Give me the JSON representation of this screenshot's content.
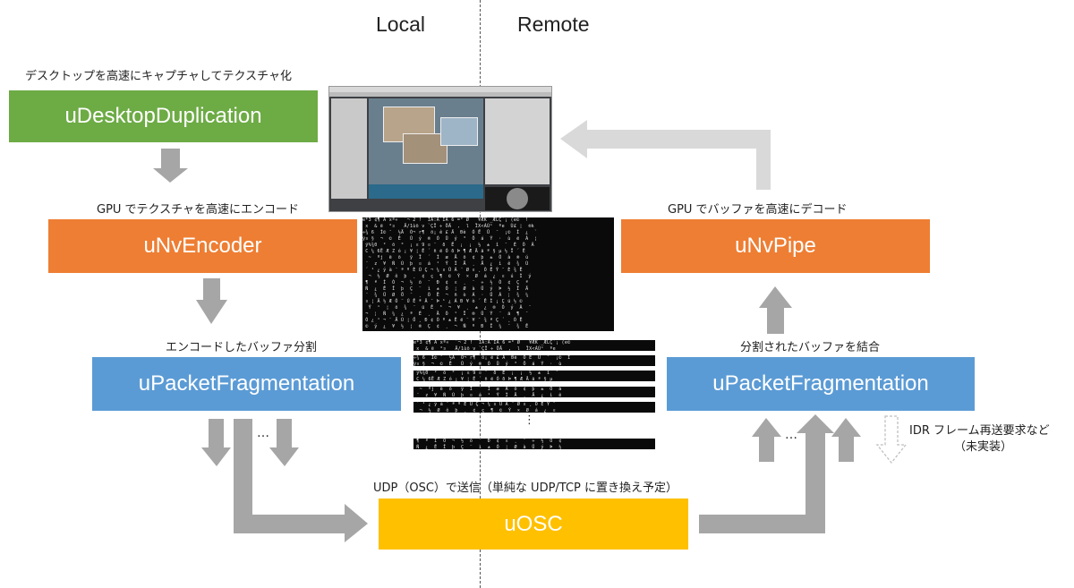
{
  "headings": {
    "local": "Local",
    "remote": "Remote"
  },
  "local": {
    "capture_caption": "デスクトップを高速にキャプチャしてテクスチャ化",
    "capture_box": "uDesktopDuplication",
    "encode_caption": "GPU でテクスチャを高速にエンコード",
    "encoder_box": "uNvEncoder",
    "fragment_caption": "エンコードしたバッファ分割",
    "fragment_box": "uPacketFragmentation"
  },
  "transport": {
    "caption": "UDP（OSC）で送信（単純な UDP/TCP に置き換え予定）",
    "box": "uOSC"
  },
  "remote": {
    "decode_caption": "GPU でバッファを高速にデコード",
    "decoder_box": "uNvPipe",
    "combine_caption": "分割されたバッファを結合",
    "fragment_box": "uPacketFragmentation",
    "idr_note_line1": "IDR フレーム再送要求など",
    "idr_note_line2": "（未実装）"
  },
  "ellipsis": "…",
  "vertical_ellipsis": "⋮",
  "colors": {
    "green": "#6dab45",
    "orange": "#ee7e33",
    "blue": "#5b9bd5",
    "yellow": "#ffc000",
    "arrow_dark": "#a6a6a6",
    "arrow_light": "#d9d9d9"
  }
}
